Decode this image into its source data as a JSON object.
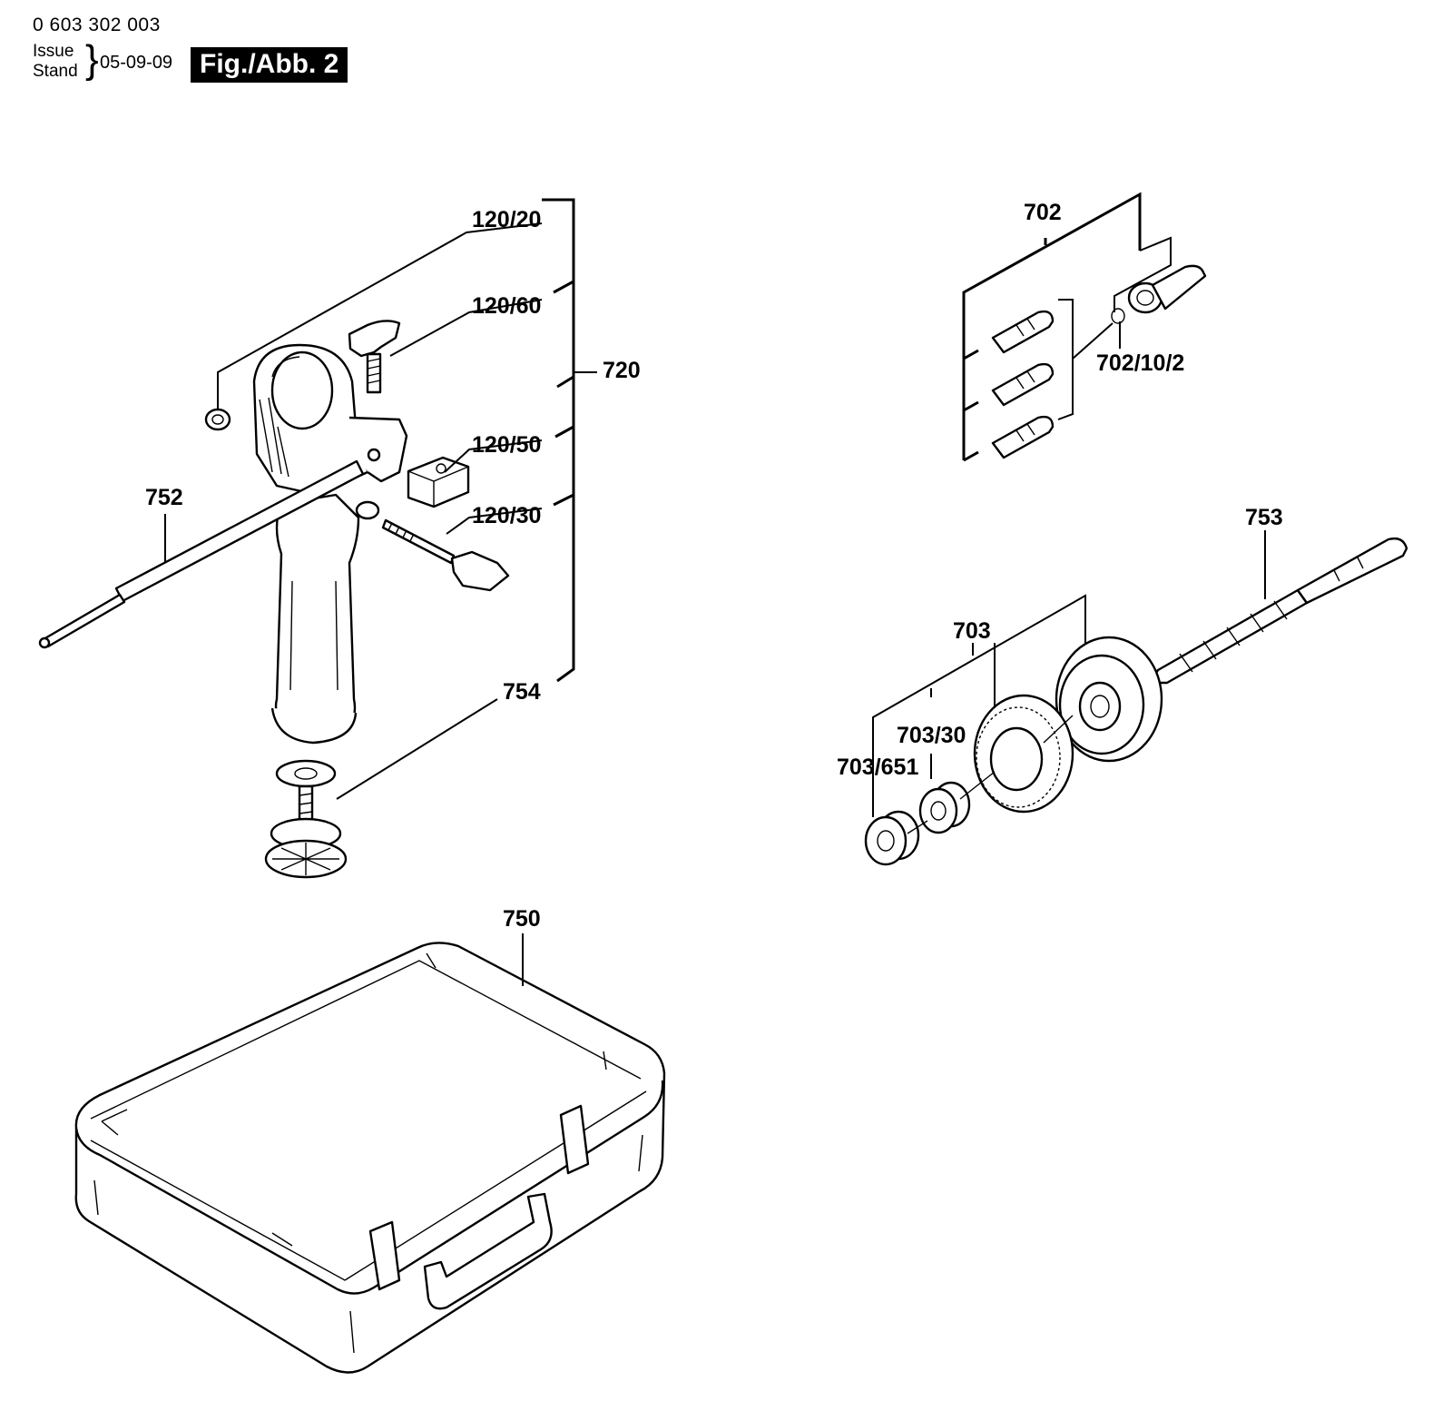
{
  "header": {
    "doc_number": "0 603 302 003",
    "issue_label": "Issue",
    "stand_label": "Stand",
    "issue_date": "05-09-09",
    "figure_label": "Fig./Abb. 2"
  },
  "callouts": {
    "c120_20": "120/20",
    "c120_60": "120/60",
    "c720": "720",
    "c120_50": "120/50",
    "c120_30": "120/30",
    "c752": "752",
    "c754": "754",
    "c750": "750",
    "c702": "702",
    "c702_10_2": "702/10/2",
    "c753": "753",
    "c703": "703",
    "c703_30": "703/30",
    "c703_651": "703/651"
  }
}
